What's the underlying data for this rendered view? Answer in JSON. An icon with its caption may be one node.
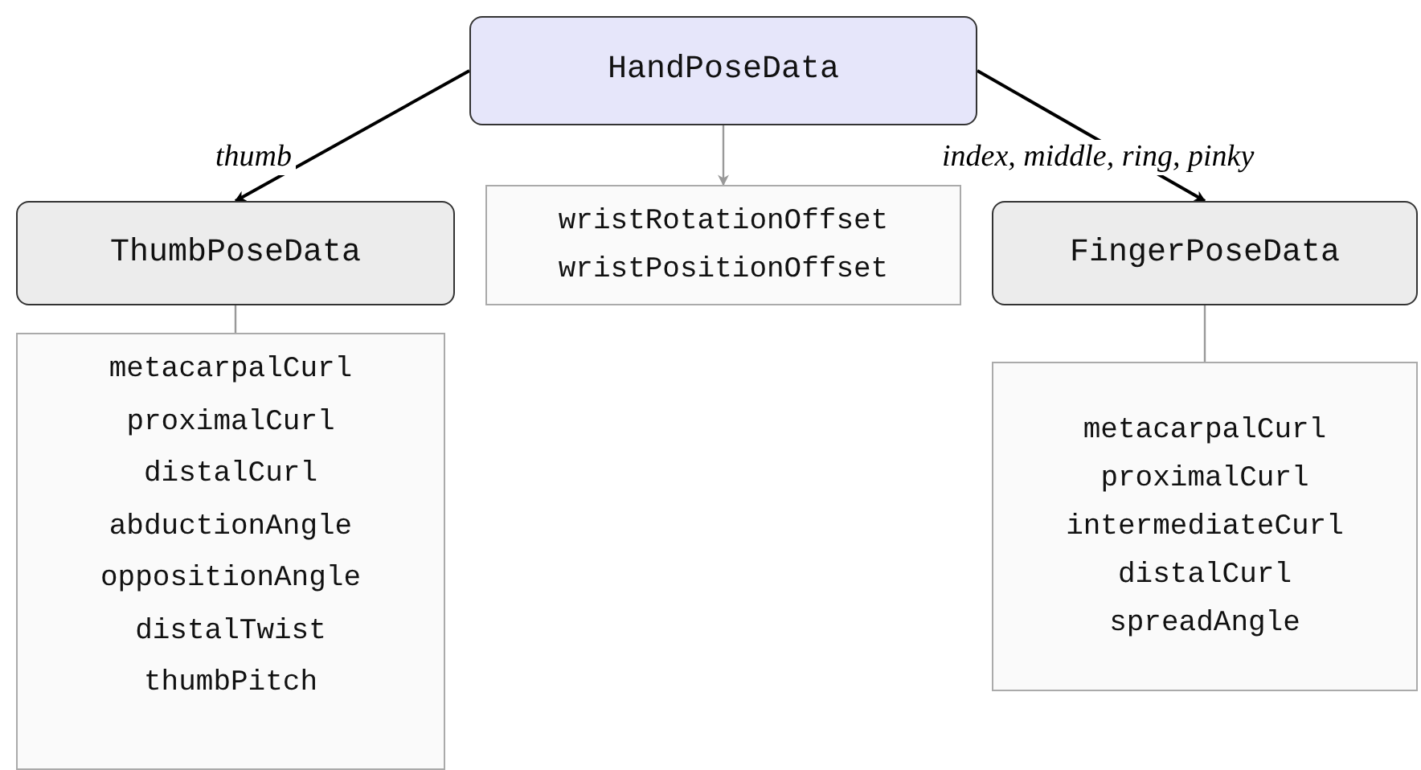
{
  "diagram": {
    "nodes": [
      {
        "text": [
          "HandPoseData"
        ]
      },
      {
        "text": [
          "ThumbPoseData"
        ]
      },
      {
        "text": [
          "wristRotationOffset",
          "wristPositionOffset"
        ]
      },
      {
        "text": [
          "FingerPoseData"
        ]
      },
      {
        "text": [
          "metacarpalCurl",
          "proximalCurl",
          "distalCurl",
          "abductionAngle",
          "oppositionAngle",
          "distalTwist",
          "thumbPitch"
        ]
      },
      {
        "text": [
          "metacarpalCurl",
          "proximalCurl",
          "intermediateCurl",
          "distalCurl",
          "spreadAngle"
        ]
      }
    ],
    "edges": [
      {
        "from": 0,
        "to": 1,
        "arrow": "to",
        "label": "thumb",
        "color": "#000000"
      },
      {
        "from": 0,
        "to": 2,
        "arrow": "to"
      },
      {
        "from": 0,
        "to": 3,
        "arrow": "to",
        "label": "index, middle, ring, pinky",
        "color": "#000000"
      },
      {
        "from": 1,
        "to": 4,
        "arrow": "none"
      },
      {
        "from": 3,
        "to": 5,
        "arrow": "none"
      }
    ]
  }
}
